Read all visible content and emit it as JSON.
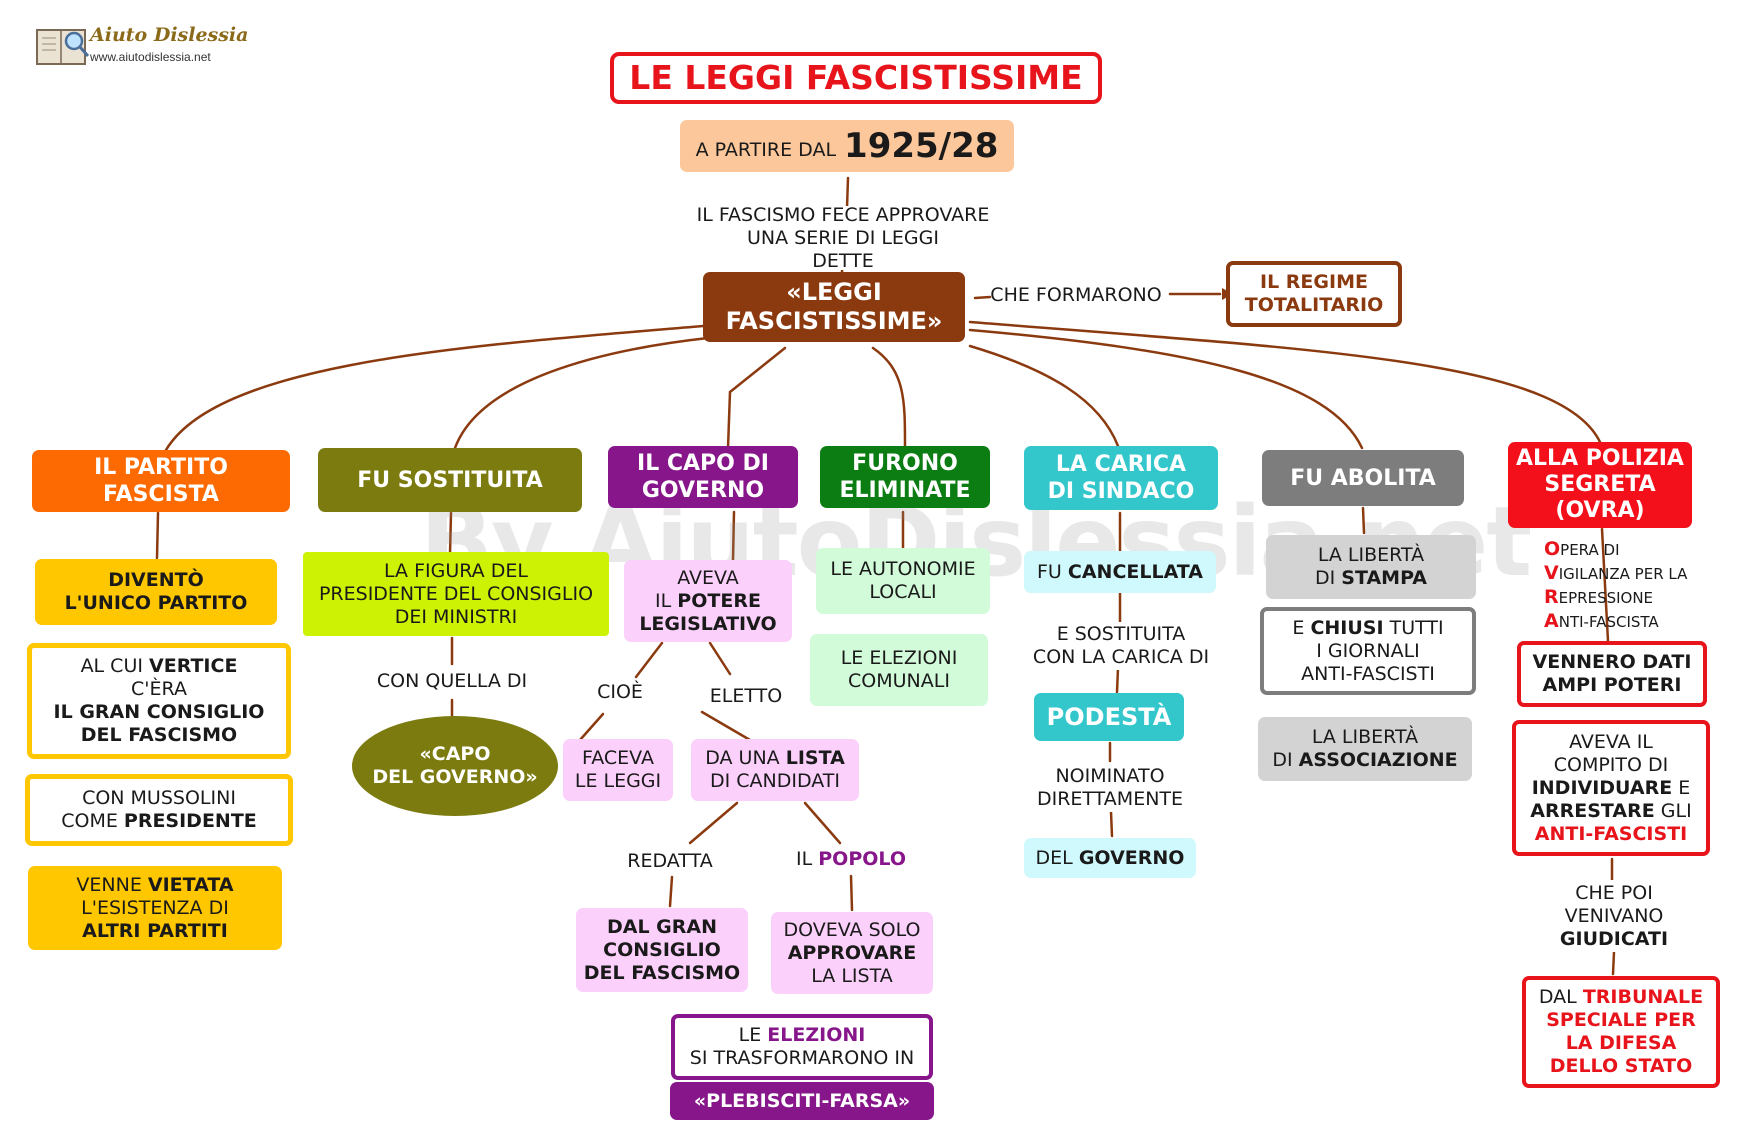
{
  "logo": {
    "title": "Aiuto Dislessia",
    "url": "www.aiutodislessia.net"
  },
  "watermark": "By AiutoDislessia.net",
  "title": "LE LEGGI FASCISTISSIME",
  "date_box": {
    "prefix": "A PARTIRE DAL",
    "years": "1925/28"
  },
  "intro": [
    "IL FASCISMO FECE APPROVARE",
    "UNA SERIE DI LEGGI",
    "DETTE"
  ],
  "center": [
    "«LEGGI",
    "FASCISTISSIME»"
  ],
  "formed_label": "CHE FORMARONO",
  "regime": [
    "IL REGIME",
    "TOTALITARIO"
  ],
  "colors": {
    "title_border": "#e8141b",
    "center": "#8b3a0f",
    "connector": "#8b3a0f",
    "partito": "#fd6a02",
    "sostituita": "#7b7b0f",
    "capo": "#86168a",
    "eliminate": "#0c7d12",
    "sindaco": "#33c7cc",
    "abolita": "#7d7d7d",
    "polizia": "#f4101a",
    "yellow": "#ffc700",
    "lime": "#cdf204",
    "pink": "#fbd0fb",
    "mint": "#d2fbd9",
    "cyan_light": "#cff9fc",
    "grey_light": "#d3d3d3",
    "date_box": "#fcc79b"
  },
  "branches": {
    "partito": {
      "header": [
        "IL PARTITO",
        "FASCISTA"
      ],
      "box1": [
        "DIVENTÒ",
        "L'UNICO PARTITO"
      ],
      "box2": {
        "l1": "AL CUI",
        "l1b": "VERTICE",
        "l2": "C'ÈRA",
        "l3": "IL  GRAN CONSIGLIO",
        "l4": "DEL FASCISMO"
      },
      "box3": {
        "l1": "CON MUSSOLINI",
        "l2a": "COME",
        "l2b": "PRESIDENTE"
      },
      "box4": {
        "l1a": "VENNE",
        "l1b": "VIETATA",
        "l2": "L'ESISTENZA DI",
        "l3": "ALTRI PARTITI"
      }
    },
    "sostituita": {
      "header": "FU SOSTITUITA",
      "box1": [
        "LA FIGURA DEL",
        "PRESIDENTE DEL CONSIGLIO",
        "DEI MINISTRI"
      ],
      "label": "CON  QUELLA DI",
      "oval": [
        "«CAPO",
        "DEL GOVERNO»"
      ]
    },
    "capo": {
      "header": [
        "IL CAPO DI",
        "GOVERNO"
      ],
      "box1": {
        "l1": "AVEVA",
        "l2a": "IL",
        "l2b": "POTERE",
        "l3": "LEGISLATIVO"
      },
      "label_cioe": "CIOÈ",
      "label_eletto": "ELETTO",
      "faceva": [
        "FACEVA",
        "LE LEGGI"
      ],
      "lista": {
        "l1a": "DA UNA",
        "l1b": "LISTA",
        "l2": "DI CANDIDATI"
      },
      "label_redatta": "REDATTA",
      "label_popolo": {
        "a": "IL",
        "b": "POPOLO"
      },
      "gran_consiglio": [
        "DAL GRAN",
        "CONSIGLIO",
        "DEL FASCISMO"
      ],
      "approvare": {
        "l1": "DOVEVA SOLO",
        "l2": "APPROVARE",
        "l3": "LA LISTA"
      },
      "elezioni": {
        "l1a": "LE",
        "l1b": "ELEZIONI",
        "l2": "SI TRASFORMARONO IN"
      },
      "plebisciti": "«PLEBISCITI-FARSA»"
    },
    "eliminate": {
      "header": [
        "FURONO",
        "ELIMINATE"
      ],
      "box1": [
        "LE AUTONOMIE",
        "LOCALI"
      ],
      "box2": [
        "LE ELEZIONI",
        "COMUNALI"
      ]
    },
    "sindaco": {
      "header": [
        "LA CARICA",
        "DI SINDACO"
      ],
      "box1": {
        "a": "FU",
        "b": "CANCELLATA"
      },
      "label1": [
        "E SOSTITUITA",
        "CON LA CARICA DI"
      ],
      "podesta": "PODESTÀ",
      "label2": [
        "NOIMINATO",
        "DIRETTAMENTE"
      ],
      "governo": {
        "a": "DEL",
        "b": "GOVERNO"
      }
    },
    "abolita": {
      "header": "FU ABOLITA",
      "box1": {
        "l1": "LA LIBERTÀ",
        "l2a": "DI",
        "l2b": "STAMPA"
      },
      "box2": {
        "l1a": "E",
        "l1b": "CHIUSI",
        "l1c": "TUTTI",
        "l2": "I GIORNALI",
        "l3": "ANTI-FASCISTI"
      },
      "box3": {
        "l1": "LA LIBERTÀ",
        "l2a": "DI",
        "l2b": "ASSOCIAZIONE"
      }
    },
    "polizia": {
      "header": [
        "ALLA POLIZIA",
        "SEGRETA",
        "(OVRA)"
      ],
      "ovra": [
        {
          "cap": "O",
          "rest": "PERA DI"
        },
        {
          "cap": "V",
          "rest": "IGILANZA PER LA"
        },
        {
          "cap": "R",
          "rest": "EPRESSIONE"
        },
        {
          "cap": "A",
          "rest": "NTI-FASCISTA"
        }
      ],
      "box1": [
        "VENNERO DATI",
        "AMPI POTERI"
      ],
      "box2": {
        "l1": "AVEVA IL",
        "l2": "COMPITO DI",
        "l3a": "INDIVIDUARE",
        "l3b": "E",
        "l4a": "ARRESTARE",
        "l4b": "GLI",
        "l5": "ANTI-FASCISTI"
      },
      "label": {
        "l1": "CHE POI",
        "l2": "VENIVANO",
        "l3": "GIUDICATI"
      },
      "box3": {
        "l1a": "DAL",
        "l1b": "TRIBUNALE",
        "l2": "SPECIALE PER",
        "l3": "LA DIFESA",
        "l4": "DELLO STATO"
      }
    }
  }
}
